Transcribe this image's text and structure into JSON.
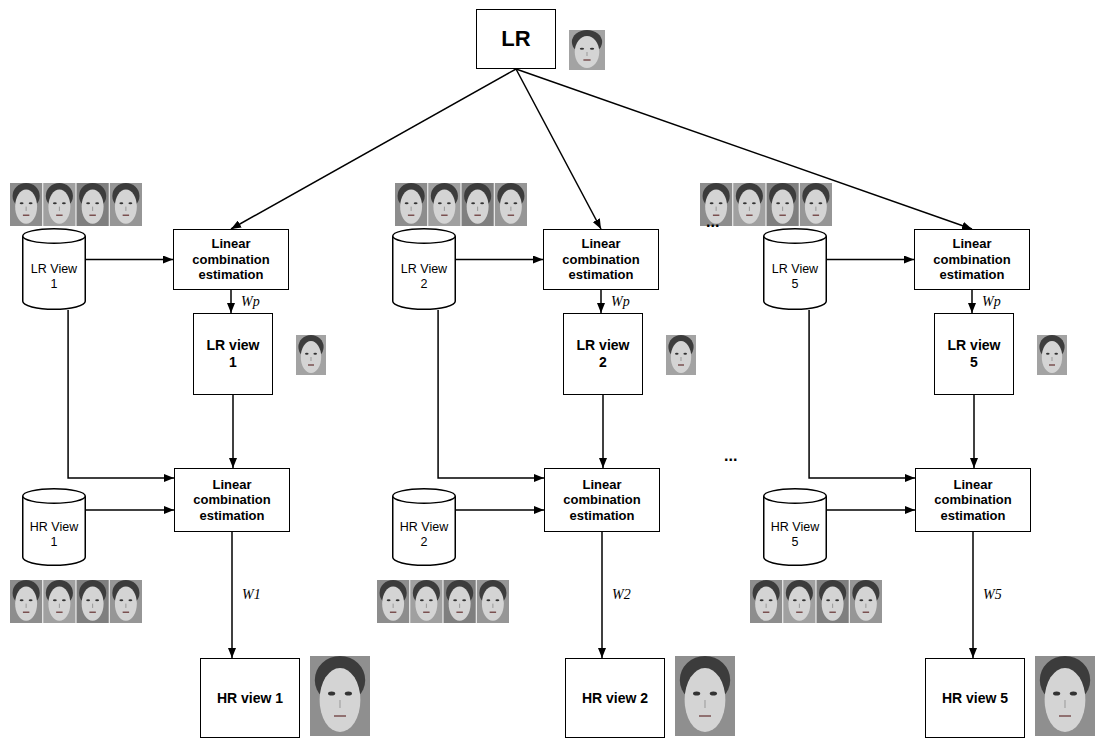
{
  "diagram": {
    "nodes": [
      {
        "text": [
          "LR"
        ]
      },
      {
        "text": [
          "LR View 1"
        ]
      },
      {
        "text": [
          "Linear combination estimation"
        ]
      },
      {
        "text": [
          "LR view 1"
        ]
      },
      {
        "text": [
          "HR View 1"
        ]
      },
      {
        "text": [
          "Linear combination estimation"
        ]
      },
      {
        "text": [
          "HR view 1"
        ]
      },
      {
        "text": [
          "LR View 2"
        ]
      },
      {
        "text": [
          "Linear combination estimation"
        ]
      },
      {
        "text": [
          "LR view 2"
        ]
      },
      {
        "text": [
          "HR View 2"
        ]
      },
      {
        "text": [
          "Linear combination estimation"
        ]
      },
      {
        "text": [
          "HR view 2"
        ]
      },
      {
        "text": [
          "LR View 5"
        ]
      },
      {
        "text": [
          "Linear combination estimation"
        ]
      },
      {
        "text": [
          "LR view 5"
        ]
      },
      {
        "text": [
          "HR View 5"
        ]
      },
      {
        "text": [
          "Linear combination estimation"
        ]
      },
      {
        "text": [
          "HR view 5"
        ]
      }
    ],
    "edges": [
      {
        "from": 0,
        "to": 2,
        "arrow": "to"
      },
      {
        "from": 1,
        "to": 2,
        "arrow": "to"
      },
      {
        "from": 2,
        "to": 3,
        "label": "Wp",
        "arrow": "to"
      },
      {
        "from": 3,
        "to": 5,
        "arrow": "to"
      },
      {
        "from": 1,
        "to": 5,
        "arrow": "to"
      },
      {
        "from": 4,
        "to": 5,
        "arrow": "to"
      },
      {
        "from": 5,
        "to": 6,
        "label": "W1",
        "arrow": "to"
      },
      {
        "from": 0,
        "to": 8,
        "arrow": "to"
      },
      {
        "from": 7,
        "to": 8,
        "arrow": "to"
      },
      {
        "from": 8,
        "to": 9,
        "label": "Wp",
        "arrow": "to"
      },
      {
        "from": 9,
        "to": 11,
        "arrow": "to"
      },
      {
        "from": 7,
        "to": 11,
        "arrow": "to"
      },
      {
        "from": 10,
        "to": 11,
        "arrow": "to"
      },
      {
        "from": 11,
        "to": 12,
        "label": "W2",
        "arrow": "to"
      },
      {
        "from": 0,
        "to": 14,
        "arrow": "to"
      },
      {
        "from": 13,
        "to": 14,
        "arrow": "to"
      },
      {
        "from": 14,
        "to": 15,
        "label": "Wp",
        "arrow": "to"
      },
      {
        "from": 15,
        "to": 17,
        "arrow": "to"
      },
      {
        "from": 13,
        "to": 17,
        "arrow": "to"
      },
      {
        "from": 16,
        "to": 17,
        "arrow": "to"
      },
      {
        "from": 17,
        "to": 18,
        "label": "W5",
        "arrow": "to"
      }
    ],
    "labels": [
      "...",
      "..."
    ]
  }
}
